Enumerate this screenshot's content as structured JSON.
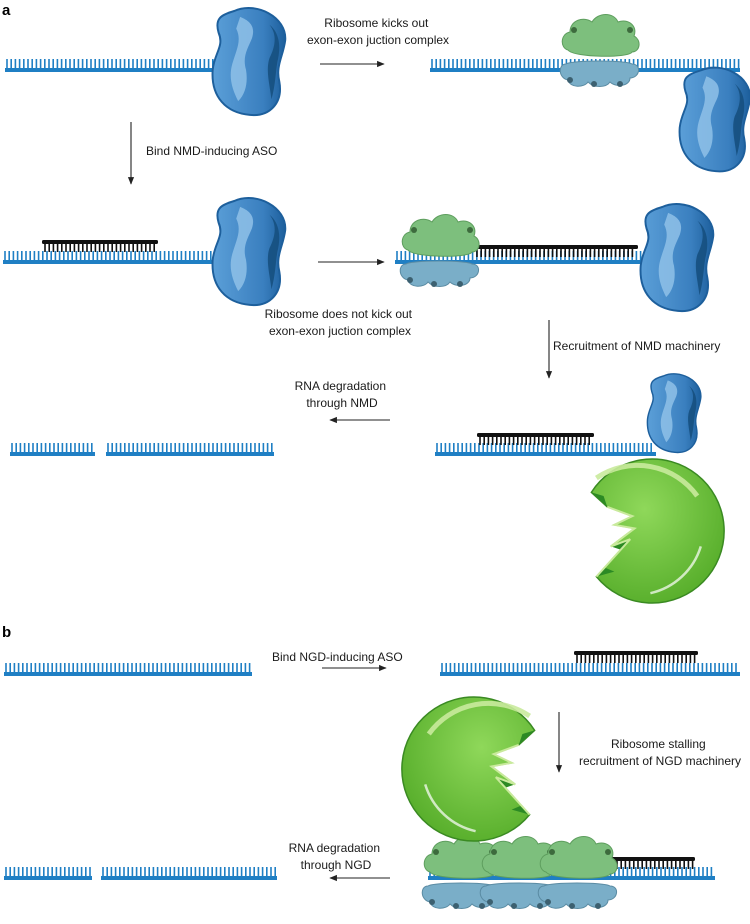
{
  "panels": {
    "a": "a",
    "b": "b"
  },
  "steps": {
    "ribosome_kicks_out": [
      "Ribosome kicks out",
      "exon-exon juction complex"
    ],
    "bind_nmd_aso": "Bind NMD-inducing ASO",
    "ribosome_not_kick_out": [
      "Ribosome does not kick out",
      "exon-exon juction complex"
    ],
    "recruitment_nmd": "Recruitment of NMD machinery",
    "rna_degradation_nmd": [
      "RNA degradation",
      "through NMD"
    ],
    "bind_ngd_aso": "Bind NGD-inducing ASO",
    "ribosome_stalling": [
      "Ribosome stalling",
      "recruitment of NGD machinery"
    ],
    "rna_degradation_ngd": [
      "RNA degradation",
      "through NGD"
    ]
  },
  "colors": {
    "rna": "#1f7fc4",
    "aso": "#111111",
    "ejc_fill": "#3f86c4",
    "ejc_dark": "#1d5f9c",
    "ejc_light": "#8fc1e8",
    "ribosome_large": "#7dbf7d",
    "ribosome_small": "#7aaec8",
    "nuclease": "#6cc23a",
    "nuclease_light": "#c9ea9c",
    "nuclease_dark": "#2c8a24"
  }
}
